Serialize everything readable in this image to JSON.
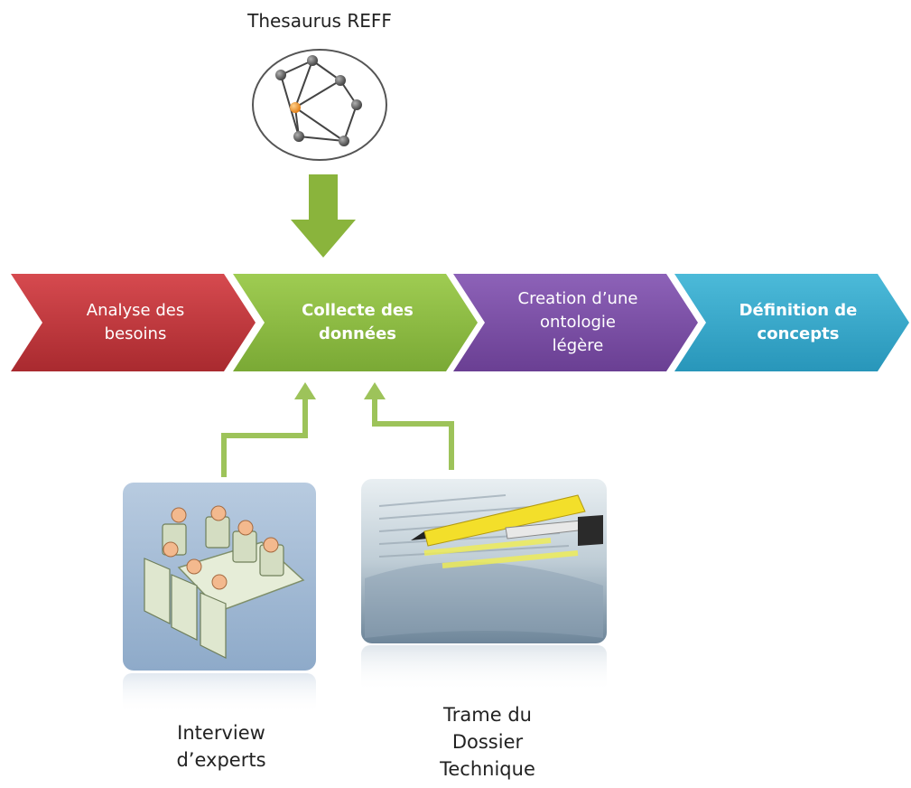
{
  "thesaurus": {
    "title": "Thesaurus REFF"
  },
  "process_steps": [
    {
      "lines": [
        "Analyse des",
        "besoins"
      ],
      "color": "#c0343a"
    },
    {
      "lines": [
        "Collecte des",
        "données"
      ],
      "color": "#8bbb3e"
    },
    {
      "lines": [
        "Creation d’une",
        "ontologie",
        "légère"
      ],
      "color": "#7a4ea3"
    },
    {
      "lines": [
        "Définition de",
        "concepts"
      ],
      "color": "#2fa6c9"
    }
  ],
  "inputs": {
    "experts": {
      "lines": [
        "Interview",
        "d’experts"
      ]
    },
    "document": {
      "lines": [
        "Trame du",
        "Dossier",
        "Technique"
      ]
    }
  },
  "colors": {
    "arrow_green": "#8ab43c",
    "connector_green": "#9dc35a",
    "node_grey": "#5a5a5a",
    "node_orange": "#f08c1a"
  }
}
